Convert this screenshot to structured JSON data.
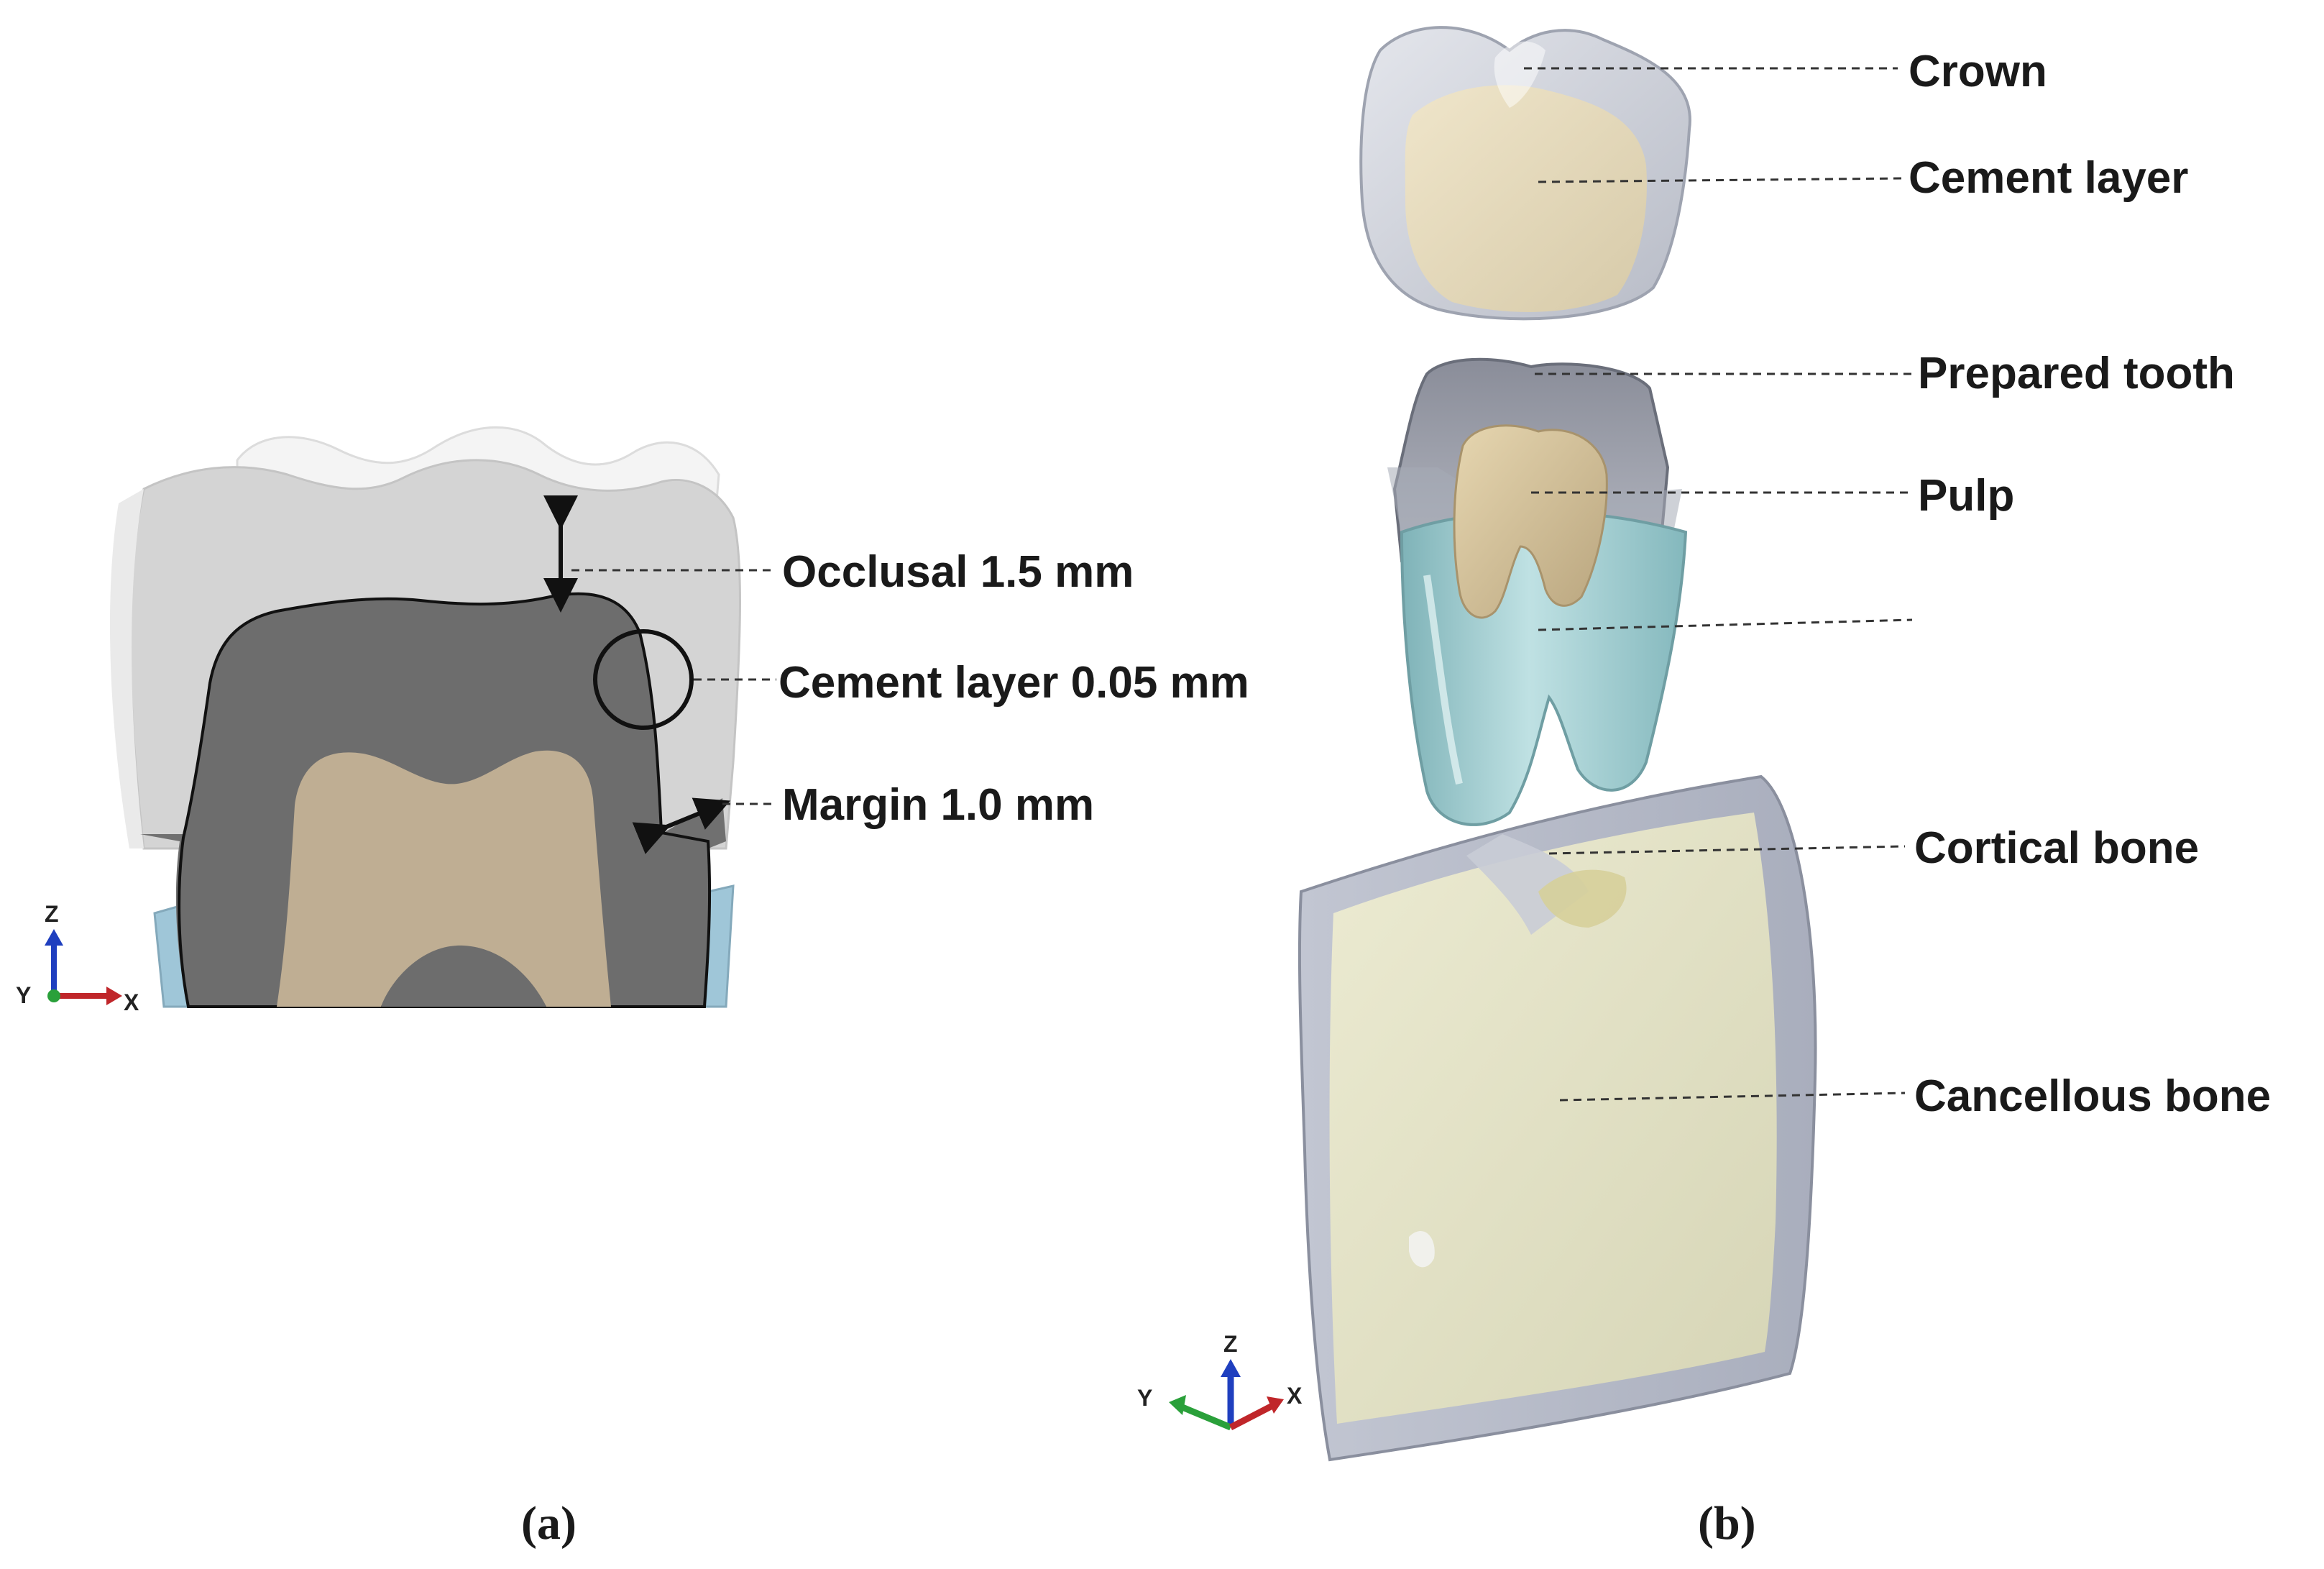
{
  "panel_a": {
    "label": "(a)",
    "annotations": {
      "occlusal": "Occlusal 1.5 mm",
      "cement": "Cement layer 0.05 mm",
      "margin": "Margin 1.0 mm"
    },
    "axes": {
      "z": "Z",
      "y": "Y",
      "x": "X"
    }
  },
  "panel_b": {
    "label": "(b)",
    "components": {
      "crown": "Crown",
      "cement_layer": "Cement layer",
      "prepared_tooth": "Prepared tooth",
      "pulp": "Pulp",
      "periodontal_ligament": "",
      "cortical_bone": "Cortical bone",
      "cancellous_bone": "Cancellous bone"
    },
    "axes": {
      "z": "Z",
      "y": "Y",
      "x": "X"
    }
  },
  "colors": {
    "crown": "#d3d3d3",
    "prepared_tooth": "#6e6e6e",
    "pulp": "#c9b89a",
    "ligament": "#9fc6cc",
    "cortical_bone": "#c8ccd6",
    "cancellous_bone": "#e6e4c6"
  }
}
